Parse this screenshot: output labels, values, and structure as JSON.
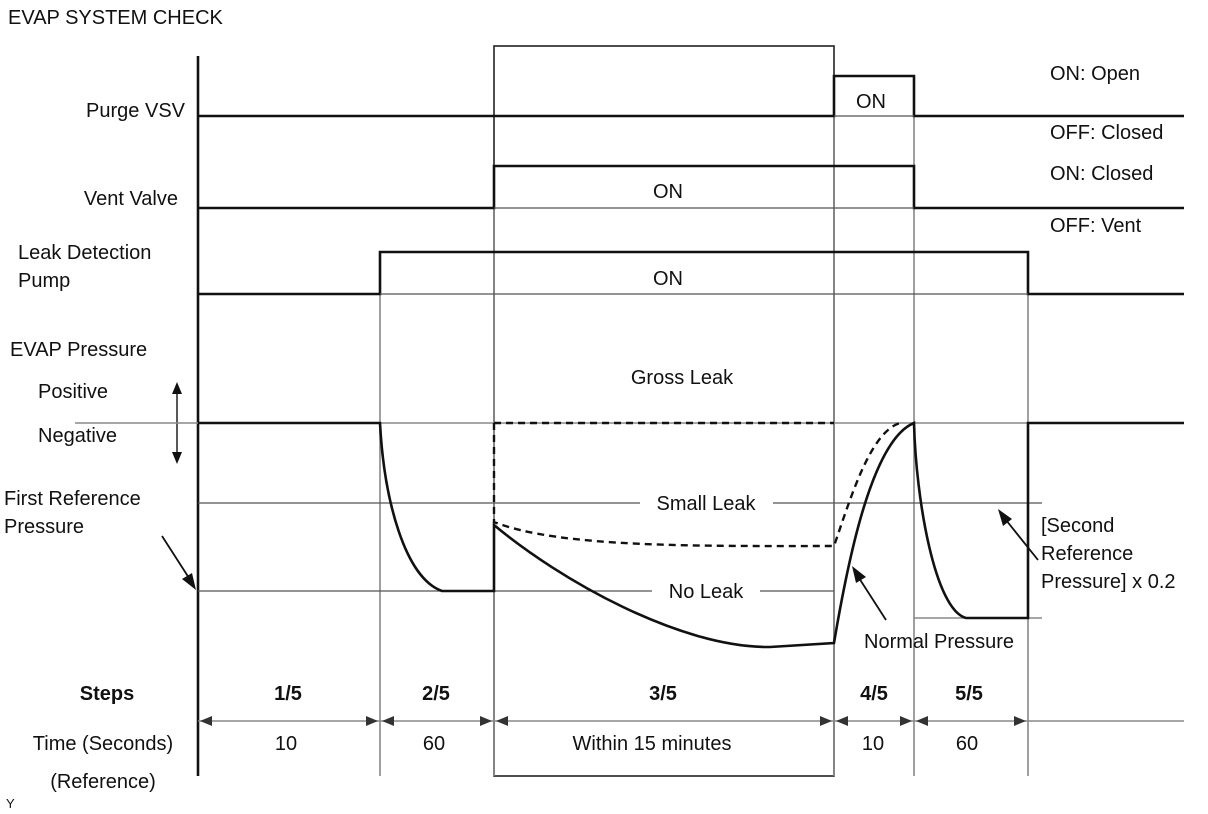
{
  "title": "EVAP SYSTEM CHECK",
  "signals": {
    "purge_vsv": {
      "label": "Purge VSV",
      "state_on": "ON",
      "on_meaning": "ON: Open",
      "off_meaning": "OFF: Closed"
    },
    "vent_valve": {
      "label": "Vent Valve",
      "state_on": "ON",
      "on_meaning": "ON: Closed",
      "off_meaning": "OFF: Vent"
    },
    "leak_pump": {
      "label_line1": "Leak Detection",
      "label_line2": "Pump",
      "state_on": "ON"
    }
  },
  "pressure": {
    "label": "EVAP Pressure",
    "positive": "Positive",
    "negative": "Negative",
    "first_ref_line1": "First Reference",
    "first_ref_line2": "Pressure",
    "gross_leak": "Gross Leak",
    "small_leak": "Small Leak",
    "no_leak": "No Leak",
    "normal_pressure": "Normal Pressure",
    "second_ref_line1": "[Second",
    "second_ref_line2": "Reference",
    "second_ref_line3": "Pressure] x 0.2"
  },
  "timeline": {
    "steps_label": "Steps",
    "time_label": "Time (Seconds)",
    "reference_label": "(Reference)",
    "steps": [
      {
        "step": "1/5",
        "time": "10"
      },
      {
        "step": "2/5",
        "time": "60"
      },
      {
        "step": "3/5",
        "time": "Within 15 minutes"
      },
      {
        "step": "4/5",
        "time": "10"
      },
      {
        "step": "5/5",
        "time": "60"
      }
    ]
  },
  "corner_mark": "Y",
  "colors": {
    "line": "#111111",
    "guide": "#888888",
    "background": "#ffffff"
  }
}
